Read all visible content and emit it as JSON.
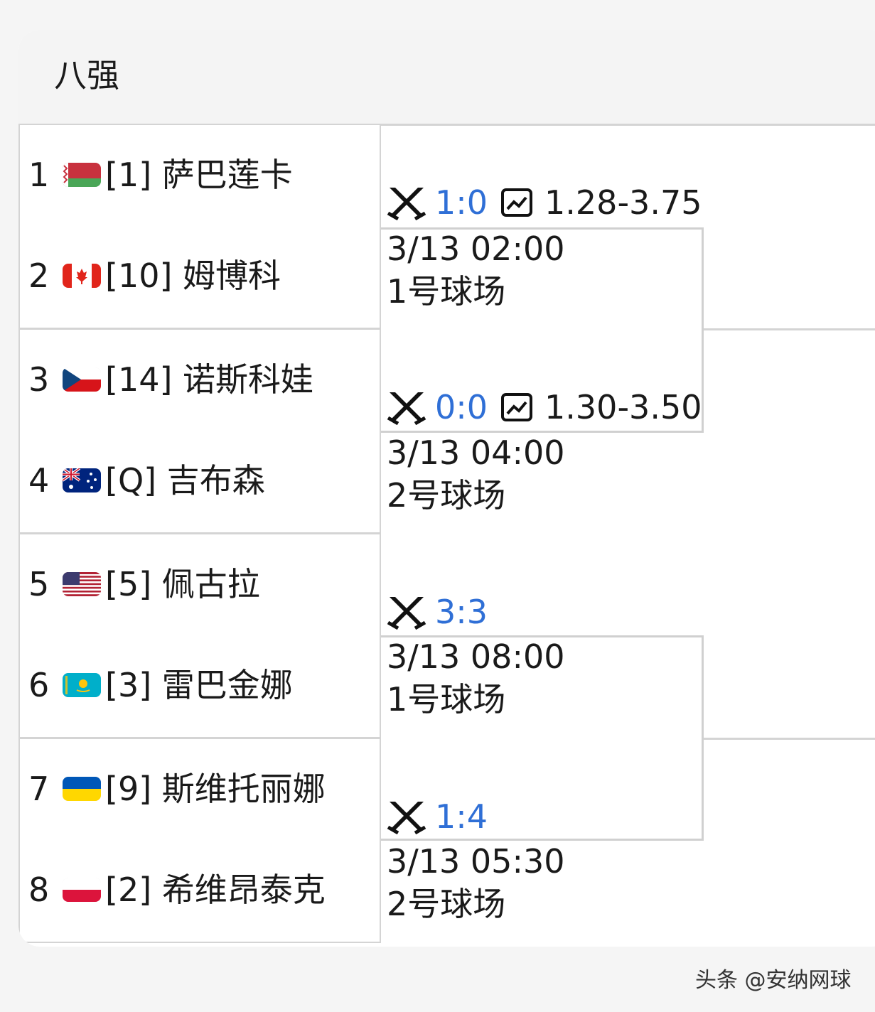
{
  "header": {
    "title": "八强"
  },
  "players": [
    {
      "seed": "1",
      "name": "[1] 萨巴莲卡",
      "flag_icon": "belarus-flag-icon"
    },
    {
      "seed": "2",
      "name": "[10] 姆博科",
      "flag_icon": "canada-flag-icon"
    },
    {
      "seed": "3",
      "name": "[14] 诺斯科娃",
      "flag_icon": "czech-flag-icon"
    },
    {
      "seed": "4",
      "name": "[Q] 吉布森",
      "flag_icon": "australia-flag-icon"
    },
    {
      "seed": "5",
      "name": "[5] 佩古拉",
      "flag_icon": "usa-flag-icon"
    },
    {
      "seed": "6",
      "name": "[3] 雷巴金娜",
      "flag_icon": "kazakhstan-flag-icon"
    },
    {
      "seed": "7",
      "name": "[9] 斯维托丽娜",
      "flag_icon": "ukraine-flag-icon"
    },
    {
      "seed": "8",
      "name": "[2] 希维昂泰克",
      "flag_icon": "poland-flag-icon"
    }
  ],
  "matches": [
    {
      "score": "1:0",
      "odds": "1.28-3.75",
      "datetime": "3/13 02:00",
      "court": "1号球场"
    },
    {
      "score": "0:0",
      "odds": "1.30-3.50",
      "datetime": "3/13 04:00",
      "court": "2号球场"
    },
    {
      "score": "3:3",
      "odds": "",
      "datetime": "3/13 08:00",
      "court": "1号球场"
    },
    {
      "score": "1:4",
      "odds": "",
      "datetime": "3/13 05:30",
      "court": "2号球场"
    }
  ],
  "icons": {
    "match": "crossed-swords-icon",
    "odds": "odds-chart-icon"
  },
  "colors": {
    "score": "#2f6fd6",
    "divider": "#d4d4d4"
  },
  "watermark": "头条 @安纳网球"
}
